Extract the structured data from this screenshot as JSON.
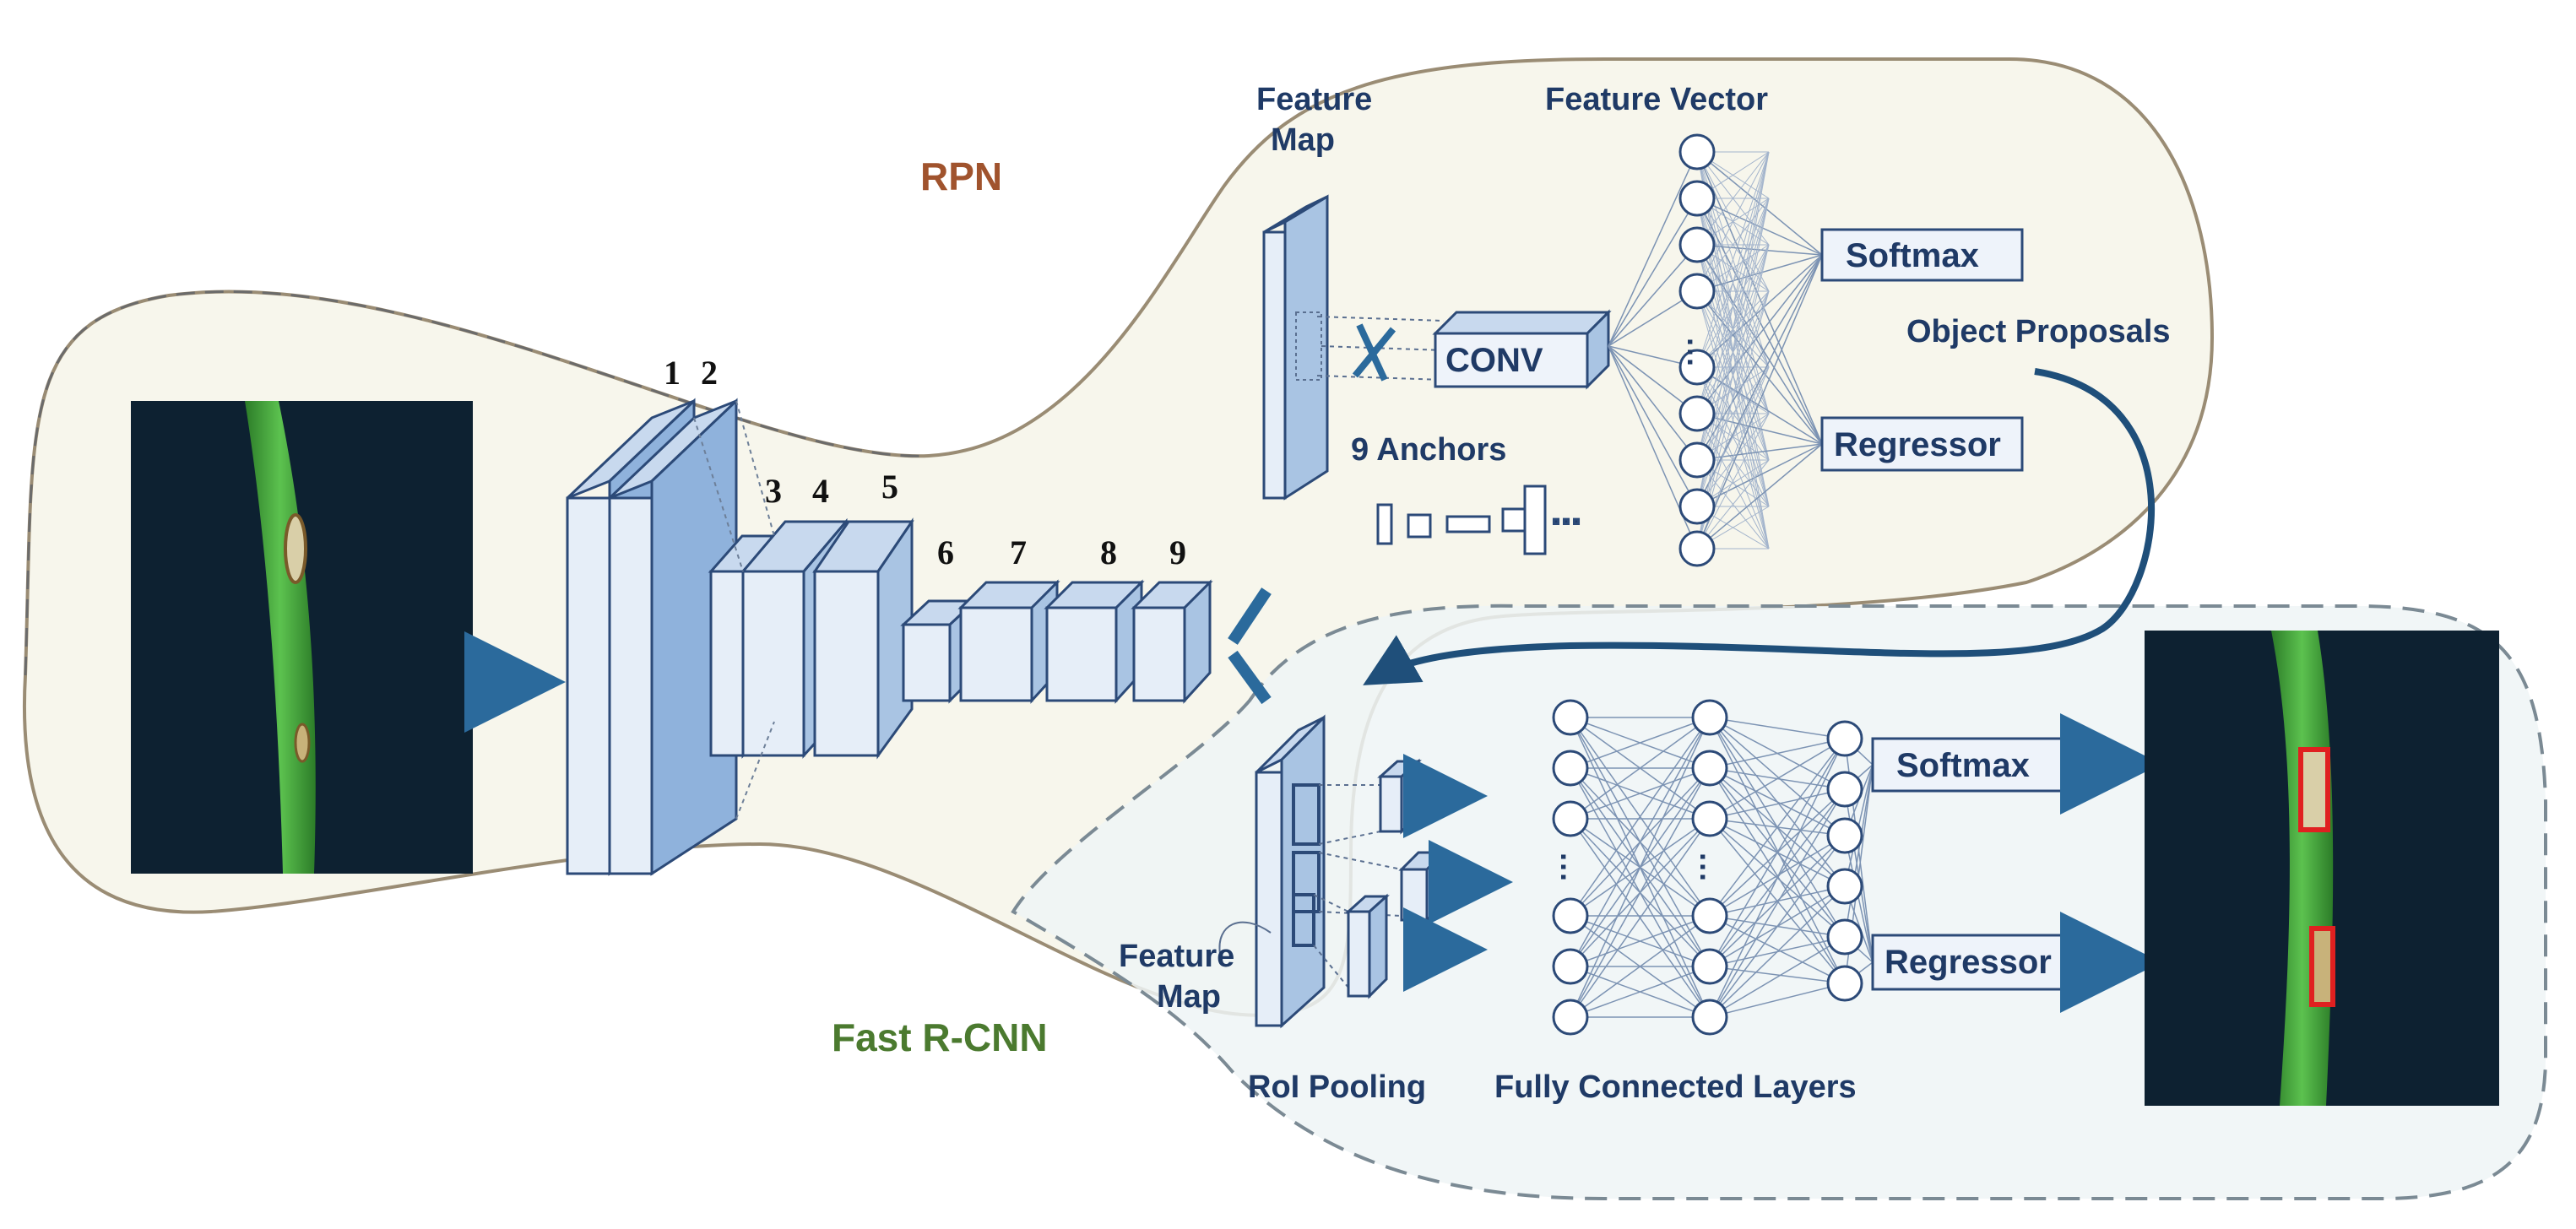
{
  "regions": {
    "rpn_title": "RPN",
    "fast_rcnn_title": "Fast R-CNN"
  },
  "backbone": {
    "layer_labels": [
      "1",
      "2",
      "3",
      "4",
      "5",
      "6",
      "7",
      "8",
      "9"
    ]
  },
  "rpn": {
    "feature_map_label_line1": "Feature",
    "feature_map_label_line2": "Map",
    "feature_vector_label": "Feature Vector",
    "conv_label": "CONV",
    "anchors_label": "9 Anchors",
    "softmax_label": "Softmax",
    "regressor_label": "Regressor",
    "object_proposals_label": "Object Proposals"
  },
  "fast_rcnn": {
    "feature_map_label_line1": "Feature",
    "feature_map_label_line2": "Map",
    "roi_pooling_label": "RoI Pooling",
    "fc_layers_label": "Fully Connected Layers",
    "softmax_label": "Softmax",
    "regressor_label": "Regressor"
  },
  "images": {
    "input": "input-leaf-image",
    "output": "output-leaf-image-with-detections"
  },
  "colors": {
    "layer_fill": "#e6eef8",
    "layer_side": "#a9c4e3",
    "layer_stroke": "#2c4a78",
    "arrow": "#2b6a9c",
    "rpn_region": "#f7f6ec",
    "fast_rcnn_region": "#eef4f6",
    "detection_box": "#e02020",
    "leaf": "#3fa63a"
  }
}
